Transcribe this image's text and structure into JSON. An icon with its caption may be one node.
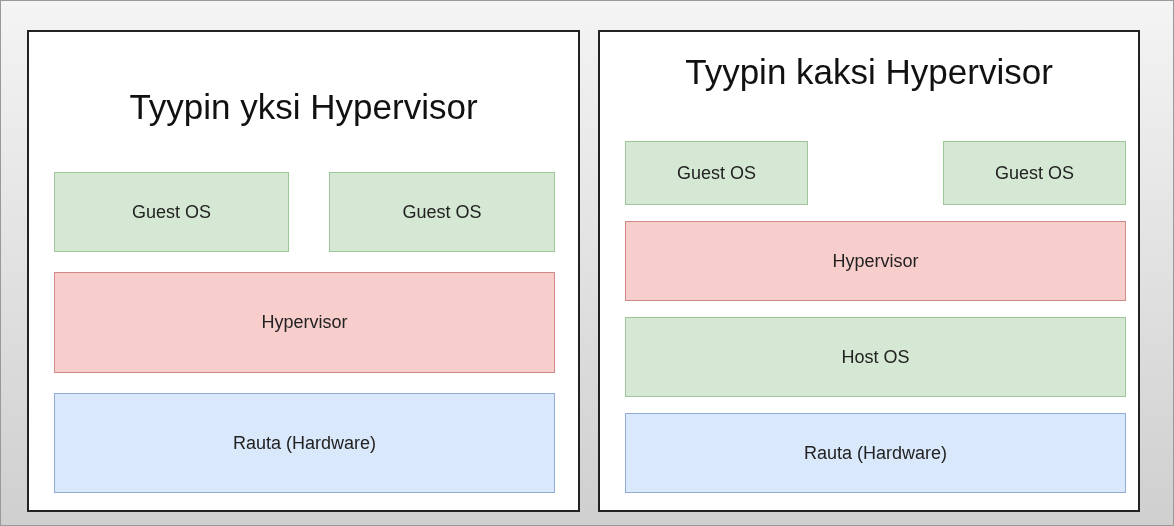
{
  "diagram": {
    "nodes": [
      {
        "text": [
          "Tyypin yksi Hypervisor"
        ]
      },
      {
        "text": [
          "Guest OS"
        ],
        "in": 0
      },
      {
        "text": [
          "Guest OS"
        ],
        "in": 0
      },
      {
        "text": [
          "Hypervisor"
        ],
        "in": 0
      },
      {
        "text": [
          "Rauta (Hardware)"
        ],
        "in": 0
      },
      {
        "text": [
          "Tyypin kaksi Hypervisor"
        ]
      },
      {
        "text": [
          "Guest OS"
        ],
        "in": 5
      },
      {
        "text": [
          "Guest OS"
        ],
        "in": 5
      },
      {
        "text": [
          "Hypervisor"
        ],
        "in": 5
      },
      {
        "text": [
          "Host OS"
        ],
        "in": 5
      },
      {
        "text": [
          "Rauta (Hardware)"
        ],
        "in": 5
      }
    ],
    "edges": []
  }
}
